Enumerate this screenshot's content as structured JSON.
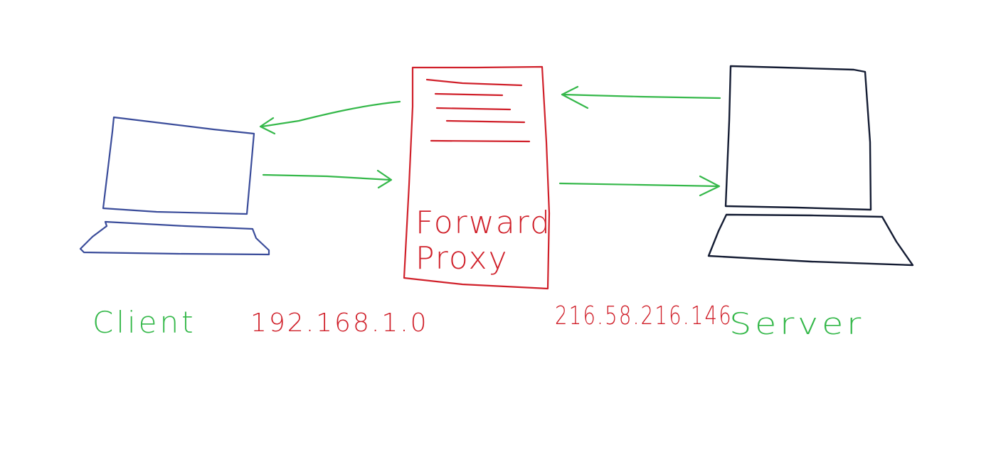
{
  "colors": {
    "client": "#3a4c9a",
    "proxy": "#d0202a",
    "server": "#141c33",
    "arrow": "#35b84a",
    "label_green": "#35b84a",
    "label_red": "#d0202a"
  },
  "labels": {
    "client": "Client",
    "server": "Server",
    "proxy_line1": "Forward",
    "proxy_line2": "Proxy",
    "client_ip": "192.168.1.0",
    "server_ip": "216.58.216.146"
  },
  "icons": {
    "client": "laptop-icon",
    "proxy": "proxy-server-icon",
    "server": "laptop-icon"
  }
}
